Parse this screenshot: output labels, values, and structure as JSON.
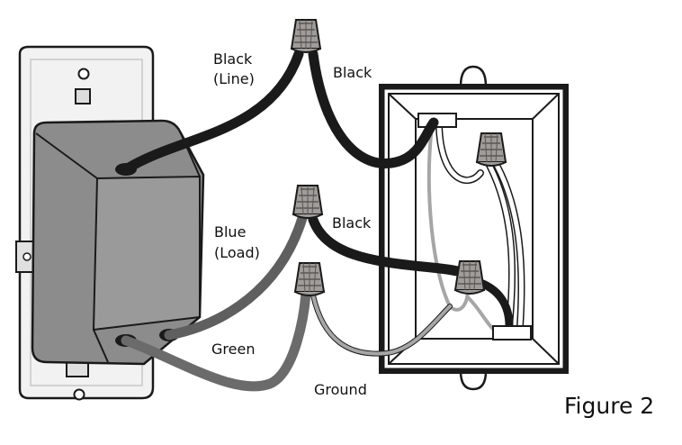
{
  "labels": {
    "black_line_1": "Black",
    "black_line_2": "(Line)",
    "black_top": "Black",
    "blue_load_1": "Blue",
    "blue_load_2": "(Load)",
    "black_mid": "Black",
    "green": "Green",
    "ground": "Ground"
  },
  "caption": "Figure 2",
  "colors": {
    "wire_black": "#1a1a1a",
    "wire_blue": "#5f5f5f",
    "wire_green": "#6b6b6b",
    "wire_ground": "#a6a6a6",
    "wire_white": "#ffffff",
    "wire_nut": "#a09c99",
    "switch_body": "#8c8c8c",
    "wall_plate": "#f2f2f2",
    "outline": "#1a1a1a"
  },
  "icons": {
    "wire_nut": "wire-nut-icon",
    "screw": "screw-icon"
  }
}
